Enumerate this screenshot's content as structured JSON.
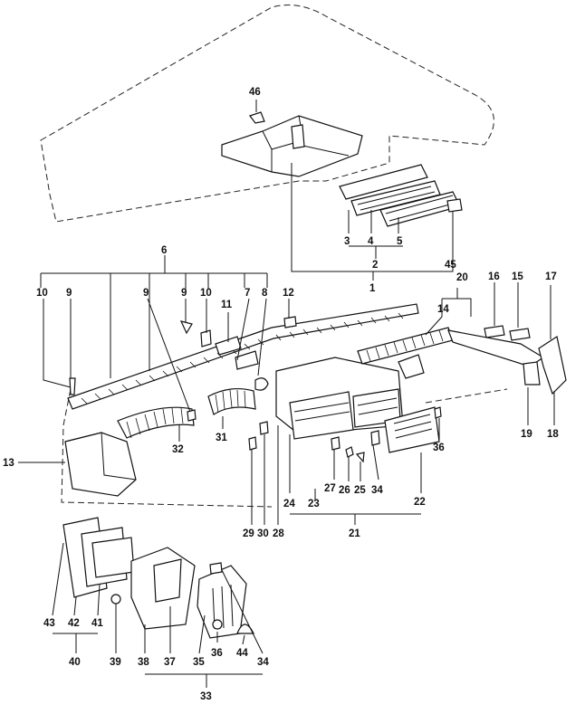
{
  "callouts": {
    "n1": "1",
    "n2": "2",
    "n3": "3",
    "n4": "4",
    "n5": "5",
    "n6": "6",
    "n7": "7",
    "n8": "8",
    "n9a": "9",
    "n9b": "9",
    "n9c": "9",
    "n10a": "10",
    "n10b": "10",
    "n11": "11",
    "n12": "12",
    "n13": "13",
    "n14": "14",
    "n15": "15",
    "n16": "16",
    "n17": "17",
    "n18": "18",
    "n19": "19",
    "n20": "20",
    "n21": "21",
    "n22": "22",
    "n23": "23",
    "n24": "24",
    "n25": "25",
    "n26": "26",
    "n27": "27",
    "n28": "28",
    "n29": "29",
    "n30": "30",
    "n31": "31",
    "n32": "32",
    "n33": "33",
    "n34a": "34",
    "n34b": "34",
    "n35": "35",
    "n36a": "36",
    "n36b": "36",
    "n37": "37",
    "n38": "38",
    "n39": "39",
    "n40": "40",
    "n41": "41",
    "n42": "42",
    "n43": "43",
    "n44": "44",
    "n45": "45",
    "n46": "46"
  },
  "colors": {
    "ink": "#111111",
    "paper": "#ffffff"
  }
}
